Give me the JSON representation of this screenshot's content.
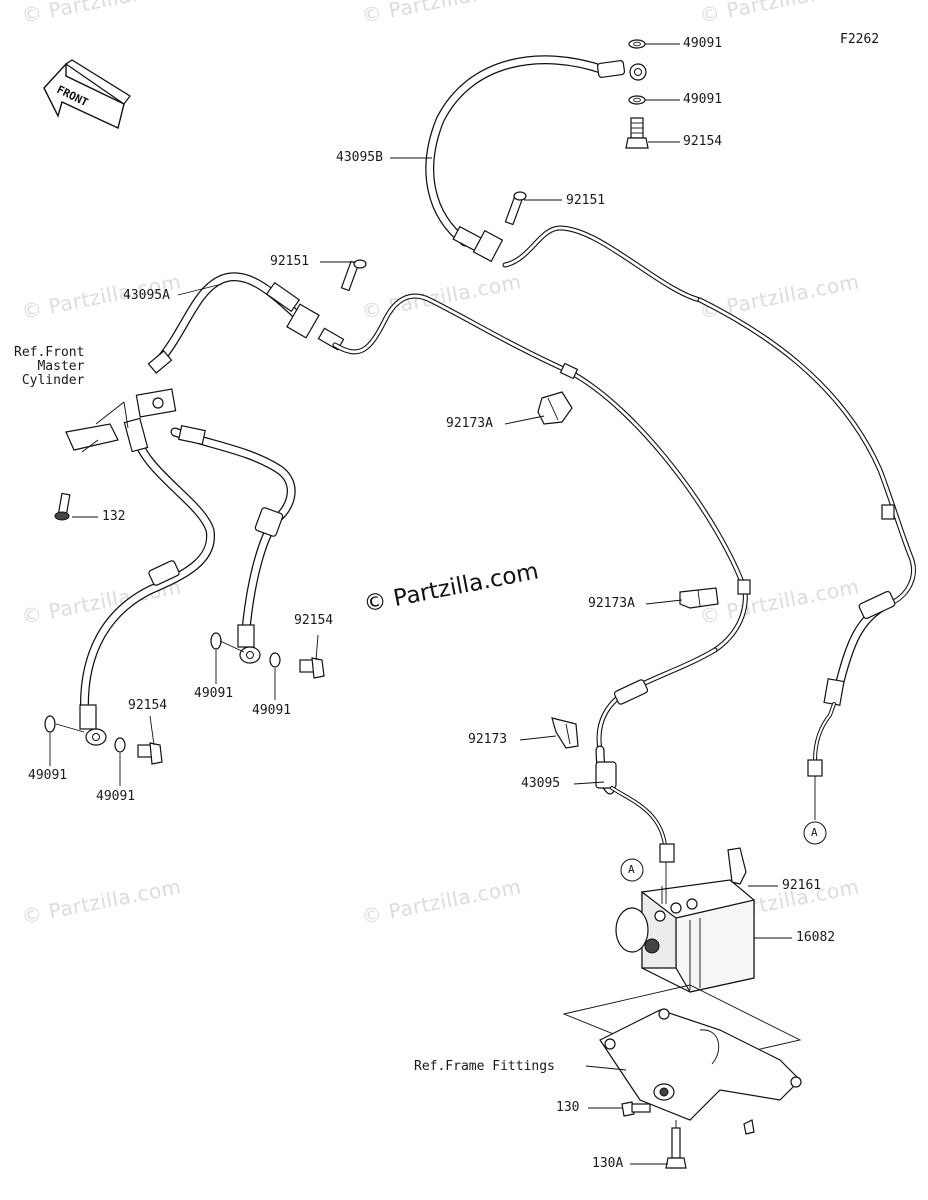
{
  "figure": {
    "code": "F2262",
    "copyright": "© Partzilla.com",
    "watermark": "© Partzilla.com",
    "front_arrow": "FRONT"
  },
  "labels": {
    "washer_top_1": "49091",
    "washer_top_2": "49091",
    "bolt_top": "92154",
    "hose_b": "43095B",
    "bolt_clamp_b": "92151",
    "bolt_clamp_a": "92151",
    "hose_a": "43095A",
    "ref_front_master": "Ref.Front\nMaster\nCylinder",
    "screw_132": "132",
    "clamp_upper": "92173A",
    "clamp_middle": "92173A",
    "clamp_lower": "92173",
    "hose_main": "43095",
    "bolt_mid": "92154",
    "washer_mid_1": "49091",
    "washer_mid_2": "49091",
    "bolt_left": "92154",
    "washer_left_1": "49091",
    "washer_left_2": "49091",
    "connector_a_right": "A",
    "connector_a_left": "A",
    "bracket_92161": "92161",
    "abs_unit": "16082",
    "ref_frame": "Ref.Frame Fittings",
    "bolt_130": "130",
    "bolt_130a": "130A"
  }
}
